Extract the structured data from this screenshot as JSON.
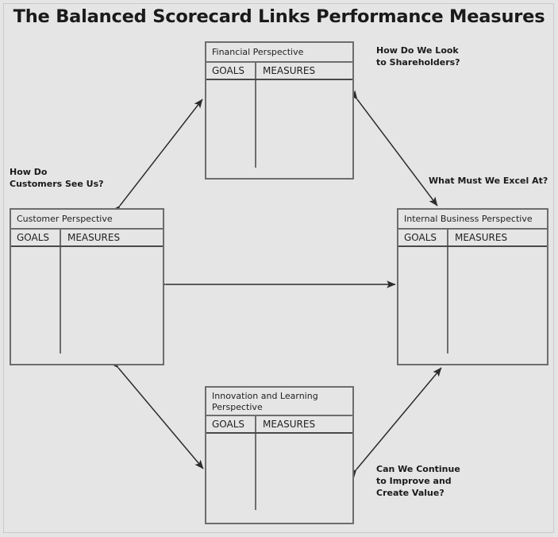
{
  "title": "The Balanced Scorecard Links Performance Measures",
  "columns": {
    "goals": "GOALS",
    "measures": "MEASURES"
  },
  "boxes": {
    "financial": {
      "title": "Financial Perspective"
    },
    "customer": {
      "title": "Customer Perspective"
    },
    "internal": {
      "title": "Internal Business Perspective"
    },
    "innovation": {
      "title": "Innovation and Learning\nPerspective"
    }
  },
  "questions": {
    "shareholders": "How Do We Look\nto Shareholders?",
    "customers": "How Do\nCustomers See Us?",
    "excel": "What Must We Excel At?",
    "value": "Can We Continue\nto Improve and\nCreate Value?"
  },
  "colors": {
    "background": "#e5e5e5",
    "box_border": "#6d6d6d",
    "header_rule": "#4a4a4a",
    "arrow": "#2b2b2b",
    "text": "#1a1a1a",
    "frame": "#c9c9c9"
  },
  "connections": [
    {
      "from": "customer",
      "to": "financial",
      "style": "double-headed-diagonal"
    },
    {
      "from": "financial",
      "to": "internal",
      "style": "double-headed-diagonal"
    },
    {
      "from": "customer",
      "to": "internal",
      "style": "double-headed-horizontal"
    },
    {
      "from": "customer",
      "to": "innovation",
      "style": "double-headed-diagonal"
    },
    {
      "from": "innovation",
      "to": "internal",
      "style": "double-headed-diagonal"
    }
  ]
}
